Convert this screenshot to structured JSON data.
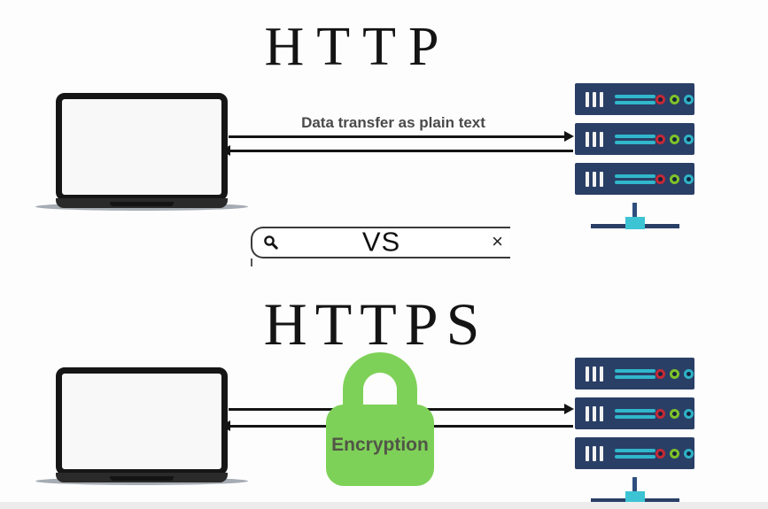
{
  "http_section": {
    "title": "HTTP",
    "arrow_label": "Data transfer as plain text"
  },
  "divider": {
    "search_value": "VS",
    "close_symbol": "×"
  },
  "https_section": {
    "title": "HTTPS",
    "lock_label": "Encryption"
  },
  "icons": {
    "laptop": "laptop-icon",
    "server": "server-stack-icon",
    "search": "magnifier-icon",
    "close": "close-icon",
    "lock": "padlock-icon"
  },
  "colors": {
    "server_navy": "#2a3f66",
    "server_slot_teal": "#31b7cb",
    "led_red": "#c52936",
    "led_green": "#7fc32a",
    "led_teal": "#2fb3c6",
    "stand_hub_teal": "#3cc4d4",
    "lock_green": "#7ed158",
    "lock_label_gray": "#515547",
    "arrow_black": "#141414",
    "label_gray": "#4a4a4a",
    "bottom_strip": "#ececec"
  }
}
